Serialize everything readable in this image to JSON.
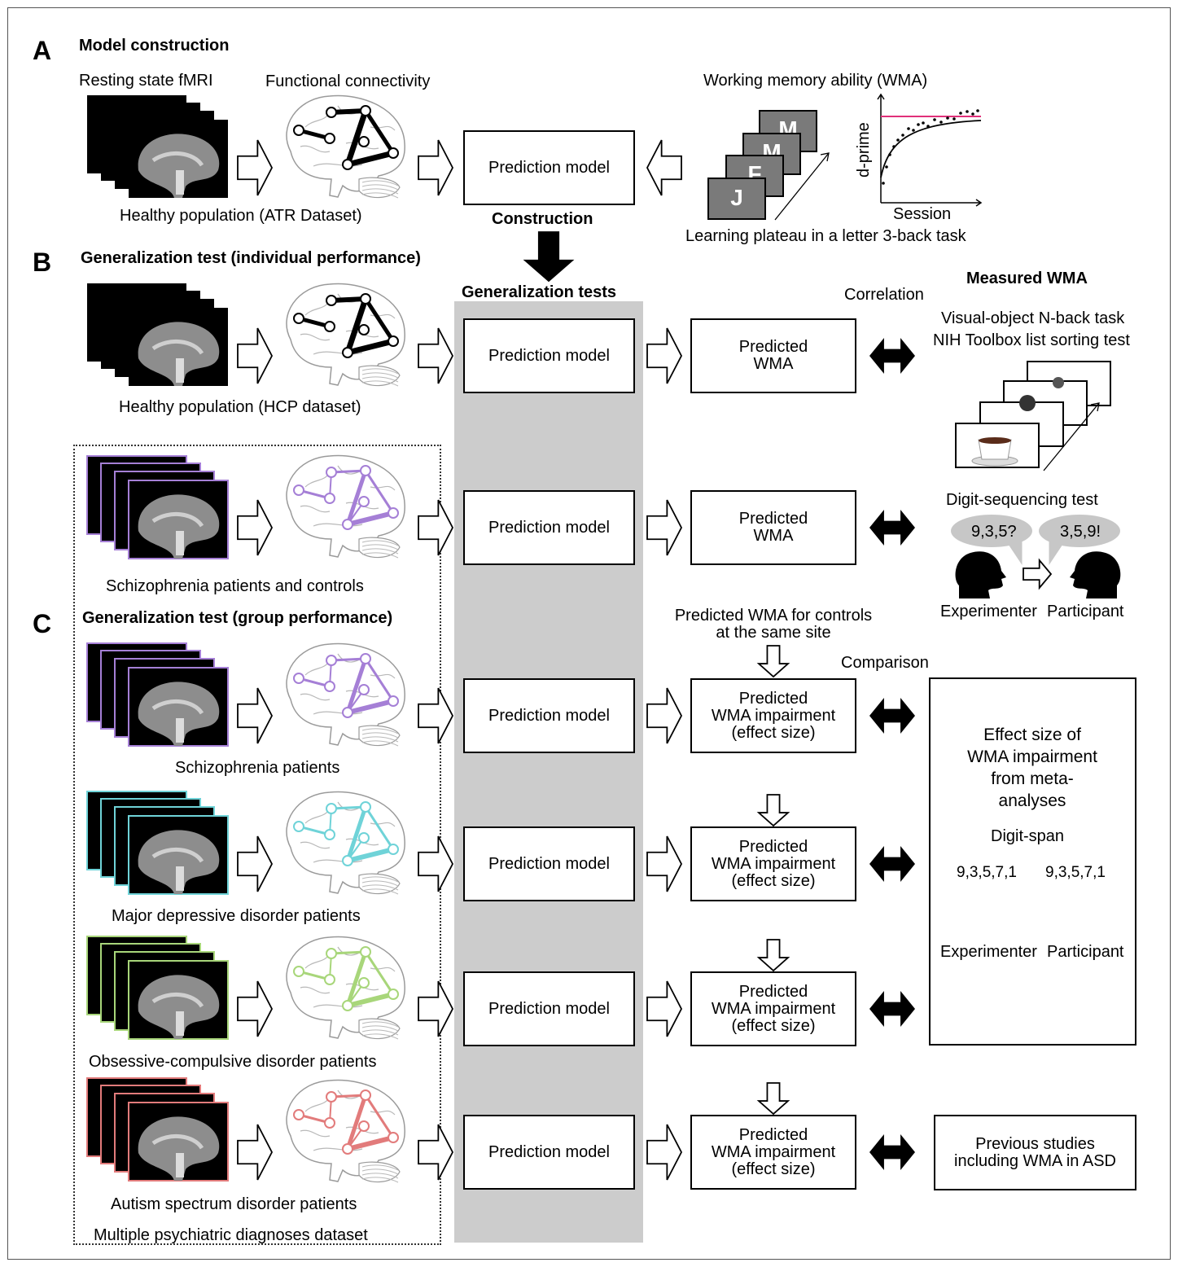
{
  "panels": {
    "a": {
      "letter": "A",
      "title": "Model construction"
    },
    "b": {
      "letter": "B",
      "title": "Generalization test (individual performance)"
    },
    "c": {
      "letter": "C",
      "title": "Generalization test (group performance)"
    }
  },
  "section_a": {
    "resting_label": "Resting state fMRI",
    "fc_label": "Functional connectivity",
    "wma_label": "Working memory ability (WMA)",
    "healthy_atr": "Healthy population (ATR Dataset)",
    "prediction_model": "Prediction model",
    "construction": "Construction",
    "letters": [
      "J",
      "F",
      "M",
      "M"
    ],
    "learning_plateau": "Learning plateau in a letter 3-back task",
    "chart_ylabel": "d-prime",
    "chart_xlabel": "Session"
  },
  "section_b": {
    "generalization_tests": "Generalization tests",
    "correlation": "Correlation",
    "measured_wma": "Measured WMA",
    "task1": "Visual-object N-back task",
    "task2": "NIH Toolbox list sorting test",
    "healthy_hcp": "Healthy population (HCP dataset)",
    "schizo_controls": "Schizophrenia patients and controls",
    "predicted_wma": "Predicted\nWMA",
    "digit_sequencing": "Digit-sequencing test",
    "bubble_q": "9,3,5?",
    "bubble_a": "3,5,9!",
    "experimenter": "Experimenter",
    "participant": "Participant"
  },
  "section_c": {
    "predicted_controls": "Predicted WMA for controls\nat the same site",
    "comparison": "Comparison",
    "predicted_impairment": "Predicted\nWMA impairment\n(effect size)",
    "effect_size": "Effect size of\nWMA impairment\nfrom meta-analyses",
    "digit_span": "Digit-span",
    "span_q": "9,3,5,7,1",
    "span_a": "9,3,5,7,1",
    "experimenter": "Experimenter",
    "participant": "Participant",
    "previous_studies": "Previous studies\nincluding WMA in ASD",
    "schizo": "Schizophrenia patients",
    "mdd": "Major depressive disorder patients",
    "ocd": "Obsessive-compulsive disorder patients",
    "asd": "Autism spectrum disorder patients",
    "dataset": "Multiple psychiatric diagnoses dataset"
  },
  "colors": {
    "black": "#000000",
    "schizophrenia": "#a57fd6",
    "mdd": "#6fd3d8",
    "ocd": "#a8d67a",
    "asd": "#e27b7b",
    "grey_band": "#cccccc",
    "target_line": "#e0307a"
  },
  "icons": [
    "fmri-stack",
    "brain-connectivity",
    "block-arrow",
    "double-arrow",
    "down-arrow",
    "head-silhouette",
    "speech-bubble"
  ]
}
